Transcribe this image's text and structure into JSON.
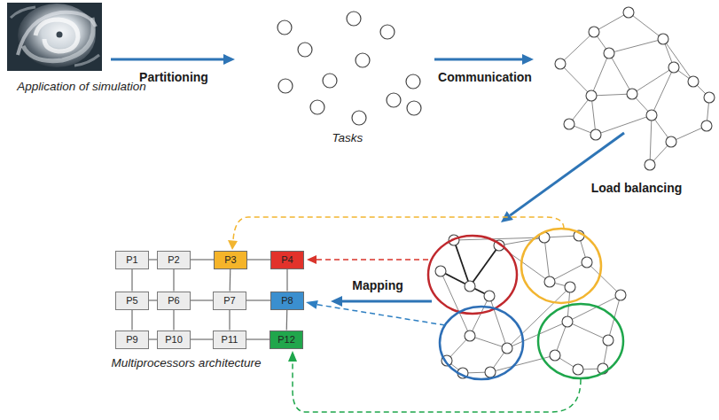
{
  "diagram": {
    "nodes": [
      {
        "text": [
          "P1"
        ]
      },
      {
        "text": [
          "P2"
        ]
      },
      {
        "text": [
          "P3"
        ]
      },
      {
        "text": [
          "P4"
        ]
      },
      {
        "text": [
          "P5"
        ]
      },
      {
        "text": [
          "P6"
        ]
      },
      {
        "text": [
          "P7"
        ]
      },
      {
        "text": [
          "P8"
        ]
      },
      {
        "text": [
          "P9"
        ]
      },
      {
        "text": [
          "P10"
        ]
      },
      {
        "text": [
          "P11"
        ]
      },
      {
        "text": [
          "P12"
        ]
      }
    ],
    "edges": [
      {
        "from": 0,
        "to": 1,
        "arrow": "none"
      },
      {
        "from": 1,
        "to": 2,
        "arrow": "none"
      },
      {
        "from": 2,
        "to": 3,
        "arrow": "none"
      },
      {
        "from": 4,
        "to": 5,
        "arrow": "none"
      },
      {
        "from": 5,
        "to": 6,
        "arrow": "none"
      },
      {
        "from": 6,
        "to": 7,
        "arrow": "none"
      },
      {
        "from": 8,
        "to": 9,
        "arrow": "none"
      },
      {
        "from": 9,
        "to": 10,
        "arrow": "none"
      },
      {
        "from": 10,
        "to": 11,
        "arrow": "none"
      },
      {
        "from": 0,
        "to": 4,
        "arrow": "none"
      },
      {
        "from": 4,
        "to": 8,
        "arrow": "none"
      },
      {
        "from": 1,
        "to": 5,
        "arrow": "none"
      },
      {
        "from": 5,
        "to": 9,
        "arrow": "none"
      },
      {
        "from": 2,
        "to": 6,
        "arrow": "none"
      },
      {
        "from": 6,
        "to": 10,
        "arrow": "none"
      },
      {
        "from": 3,
        "to": 7,
        "arrow": "none"
      },
      {
        "from": 7,
        "to": 11,
        "arrow": "none"
      }
    ],
    "labels": [
      "Application of simulation",
      "Partitioning",
      "Tasks",
      "Communication",
      "Load balancing",
      "Mapping",
      "Multiprocessors architecture"
    ]
  }
}
